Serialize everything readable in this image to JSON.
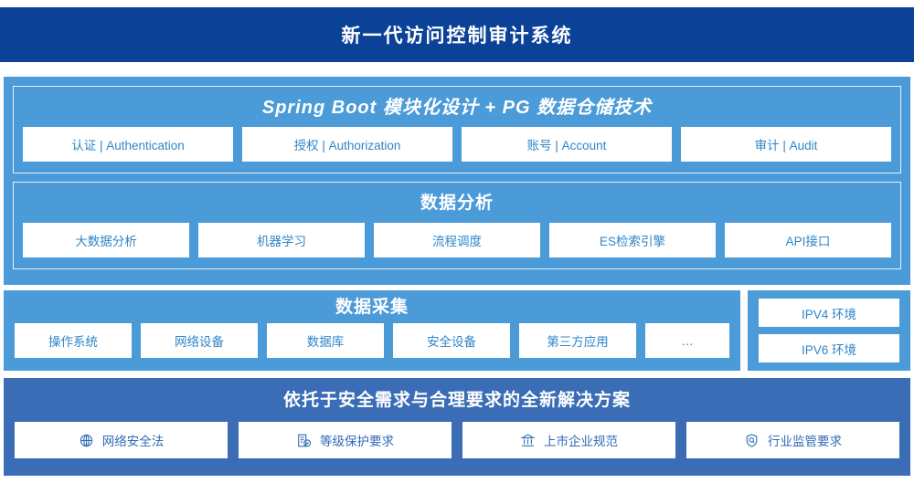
{
  "header": {
    "title": "新一代访问控制审计系统"
  },
  "app_layer": {
    "title": "Spring Boot 模块化设计 + PG 数据仓储技术",
    "modules": [
      {
        "label": "认证 | Authentication"
      },
      {
        "label": "授权 | Authorization"
      },
      {
        "label": "账号 | Account"
      },
      {
        "label": "审计 | Audit"
      }
    ]
  },
  "analysis_layer": {
    "title": "数据分析",
    "modules": [
      {
        "label": "大数据分析"
      },
      {
        "label": "机器学习"
      },
      {
        "label": "流程调度"
      },
      {
        "label": "ES检索引擎"
      },
      {
        "label": "API接口"
      }
    ]
  },
  "collection_layer": {
    "title": "数据采集",
    "modules": [
      {
        "label": "操作系统"
      },
      {
        "label": "网络设备"
      },
      {
        "label": "数据库"
      },
      {
        "label": "安全设备"
      },
      {
        "label": "第三方应用"
      },
      {
        "label": "…"
      }
    ]
  },
  "environment_panel": {
    "items": [
      {
        "label": "IPV4 环境"
      },
      {
        "label": "IPV6 环境"
      }
    ]
  },
  "compliance_layer": {
    "title": "依托于安全需求与合理要求的全新解决方案",
    "items": [
      {
        "label": "网络安全法",
        "icon": "globe-icon"
      },
      {
        "label": "等级保护要求",
        "icon": "document-check-icon"
      },
      {
        "label": "上市企业规范",
        "icon": "bank-icon"
      },
      {
        "label": "行业监管要求",
        "icon": "shield-search-icon"
      }
    ]
  },
  "colors": {
    "header_navy": "#0b4298",
    "panel_blue": "#4a9bd8",
    "compliance_blue": "#3a6db5",
    "chip_text_blue": "#2f86c8",
    "chip_text_navy": "#2f6bb5"
  }
}
